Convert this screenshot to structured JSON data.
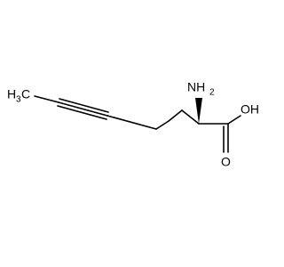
{
  "molecule": {
    "labels": {
      "methyl_main": "H",
      "methyl_sub": "3",
      "methyl_c": "C",
      "amine_main": "NH",
      "amine_sub": "2",
      "hydroxyl": "OH",
      "carbonyl_o": "O"
    },
    "colors": {
      "bond": "#000000",
      "text": "#000000",
      "background": "#ffffff"
    }
  }
}
